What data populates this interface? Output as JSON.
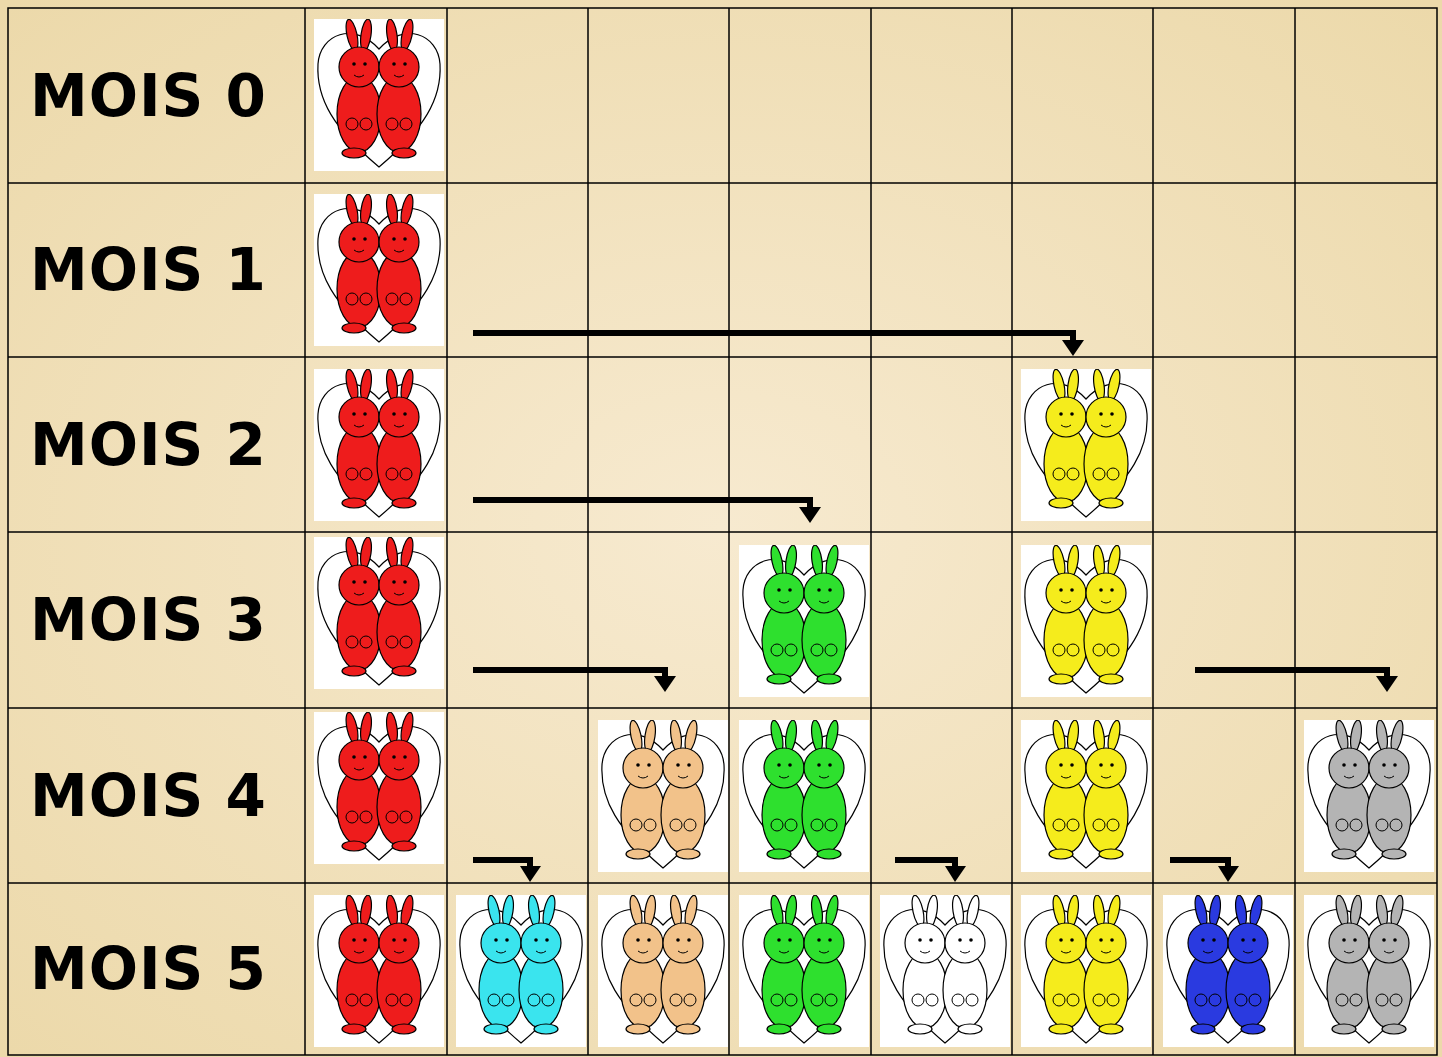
{
  "diagram": {
    "labels": [
      "MOIS 0",
      "MOIS 1",
      "MOIS 2",
      "MOIS 3",
      "MOIS 4",
      "MOIS 5"
    ]
  }
}
